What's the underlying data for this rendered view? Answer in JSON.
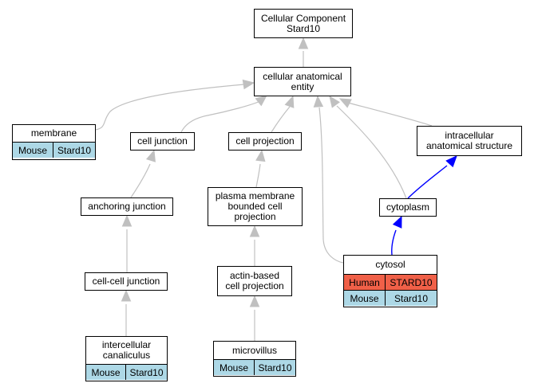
{
  "colors": {
    "edge_gray": "#c0c0c0",
    "edge_blue": "#0000ff",
    "mouse_fill": "#add8e6",
    "human_fill": "#f06048"
  },
  "nodes": {
    "root": "Cellular Component\nStard10",
    "cae": "cellular anatomical\nentity",
    "membrane": "membrane",
    "cell_junction": "cell junction",
    "cell_projection": "cell projection",
    "ias": "intracellular\nanatomical structure",
    "anchoring_junction": "anchoring junction",
    "pmbcp": "plasma membrane\nbounded cell\nprojection",
    "cytoplasm": "cytoplasm",
    "cytosol": "cytosol",
    "cell_cell_junction": "cell-cell junction",
    "actin_based": "actin-based\ncell projection",
    "intercellular_canaliculus": "intercellular\ncanaliculus",
    "microvillus": "microvillus"
  },
  "annotations": {
    "membrane": [
      {
        "species": "Mouse",
        "gene": "Stard10"
      }
    ],
    "cytosol": [
      {
        "species": "Human",
        "gene": "STARD10"
      },
      {
        "species": "Mouse",
        "gene": "Stard10"
      }
    ],
    "intercellular_canaliculus": [
      {
        "species": "Mouse",
        "gene": "Stard10"
      }
    ],
    "microvillus": [
      {
        "species": "Mouse",
        "gene": "Stard10"
      }
    ]
  },
  "edges": [
    {
      "from": "cae",
      "to": "root",
      "color": "gray"
    },
    {
      "from": "membrane",
      "to": "cae",
      "color": "gray"
    },
    {
      "from": "cell_junction",
      "to": "cae",
      "color": "gray"
    },
    {
      "from": "cell_projection",
      "to": "cae",
      "color": "gray"
    },
    {
      "from": "ias",
      "to": "cae",
      "color": "gray"
    },
    {
      "from": "cytoplasm",
      "to": "cae",
      "color": "gray"
    },
    {
      "from": "cytosol",
      "to": "cae",
      "color": "gray"
    },
    {
      "from": "anchoring_junction",
      "to": "cell_junction",
      "color": "gray"
    },
    {
      "from": "pmbcp",
      "to": "cell_projection",
      "color": "gray"
    },
    {
      "from": "cytoplasm",
      "to": "ias",
      "color": "blue"
    },
    {
      "from": "cytosol",
      "to": "cytoplasm",
      "color": "blue"
    },
    {
      "from": "cell_cell_junction",
      "to": "anchoring_junction",
      "color": "gray"
    },
    {
      "from": "actin_based",
      "to": "pmbcp",
      "color": "gray"
    },
    {
      "from": "intercellular_canaliculus",
      "to": "cell_cell_junction",
      "color": "gray"
    },
    {
      "from": "microvillus",
      "to": "actin_based",
      "color": "gray"
    }
  ]
}
